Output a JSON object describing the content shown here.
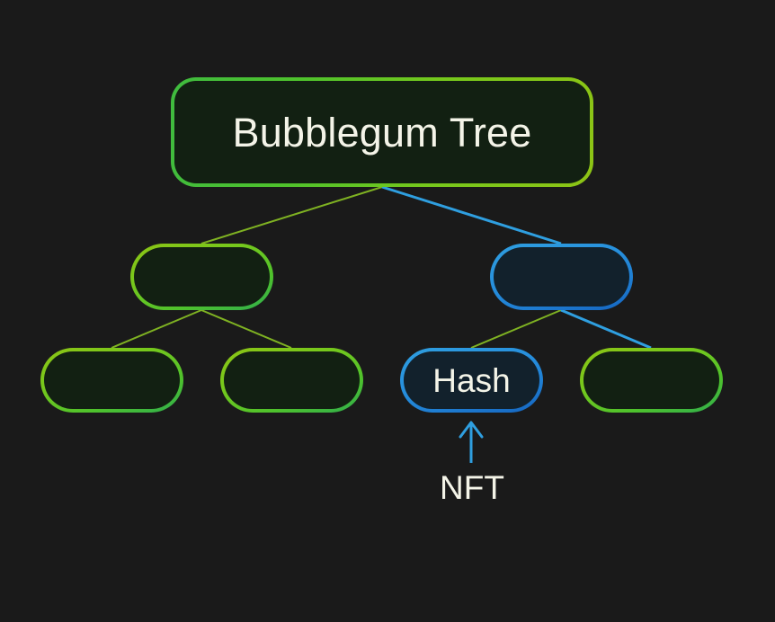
{
  "diagram": {
    "title": "Bubblegum Tree merkle structure",
    "background_color": "#1a1a1a",
    "colors": {
      "green_stroke_bright": "#4fc22c",
      "green_stroke_yellow": "#8dc415",
      "green_fill": "#122012",
      "blue_stroke": "#2790dd",
      "blue_stroke_dark": "#1565c0",
      "blue_fill": "#12212c",
      "edge_olive": "#7fb222",
      "edge_blue": "#2f9fe0",
      "text": "#f4f4e8"
    },
    "nodes": [
      {
        "id": "root",
        "label": "Bubblegum Tree",
        "type": "green",
        "level": 0
      },
      {
        "id": "mid-left",
        "label": "",
        "type": "green",
        "level": 1
      },
      {
        "id": "mid-right",
        "label": "",
        "type": "blue",
        "level": 1
      },
      {
        "id": "leaf-0",
        "label": "",
        "type": "green",
        "level": 2
      },
      {
        "id": "leaf-1",
        "label": "",
        "type": "green",
        "level": 2
      },
      {
        "id": "leaf-2",
        "label": "Hash",
        "type": "blue",
        "level": 2
      },
      {
        "id": "leaf-3",
        "label": "",
        "type": "green",
        "level": 2
      }
    ],
    "edges": [
      {
        "from": "root",
        "to": "mid-left",
        "color": "#7fb222",
        "width": 2
      },
      {
        "from": "root",
        "to": "mid-right",
        "color": "#2f9fe0",
        "width": 3
      },
      {
        "from": "mid-left",
        "to": "leaf-0",
        "color": "#7fb222",
        "width": 2
      },
      {
        "from": "mid-left",
        "to": "leaf-1",
        "color": "#7fb222",
        "width": 2
      },
      {
        "from": "mid-right",
        "to": "leaf-2",
        "color": "#7fb222",
        "width": 2
      },
      {
        "from": "mid-right",
        "to": "leaf-3",
        "color": "#2f9fe0",
        "width": 3
      }
    ],
    "annotation": {
      "label": "NFT",
      "arrow_color": "#2f9fe0",
      "points_to": "leaf-2",
      "direction": "up"
    }
  }
}
